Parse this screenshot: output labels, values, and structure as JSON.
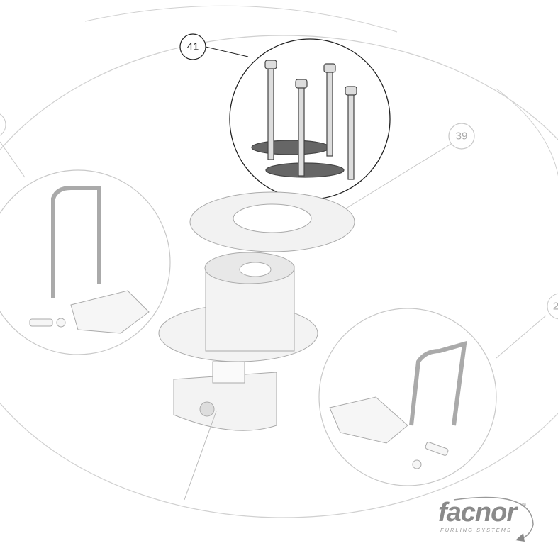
{
  "callouts": {
    "c41": "41",
    "c39": "39",
    "c2": "2"
  },
  "logo": {
    "brand": "facnor",
    "registered": "®",
    "tagline": "FURLING SYSTEMS"
  },
  "colors": {
    "line": "#c8c8c8",
    "dark": "#333333",
    "logo": "#8a8a8a"
  }
}
